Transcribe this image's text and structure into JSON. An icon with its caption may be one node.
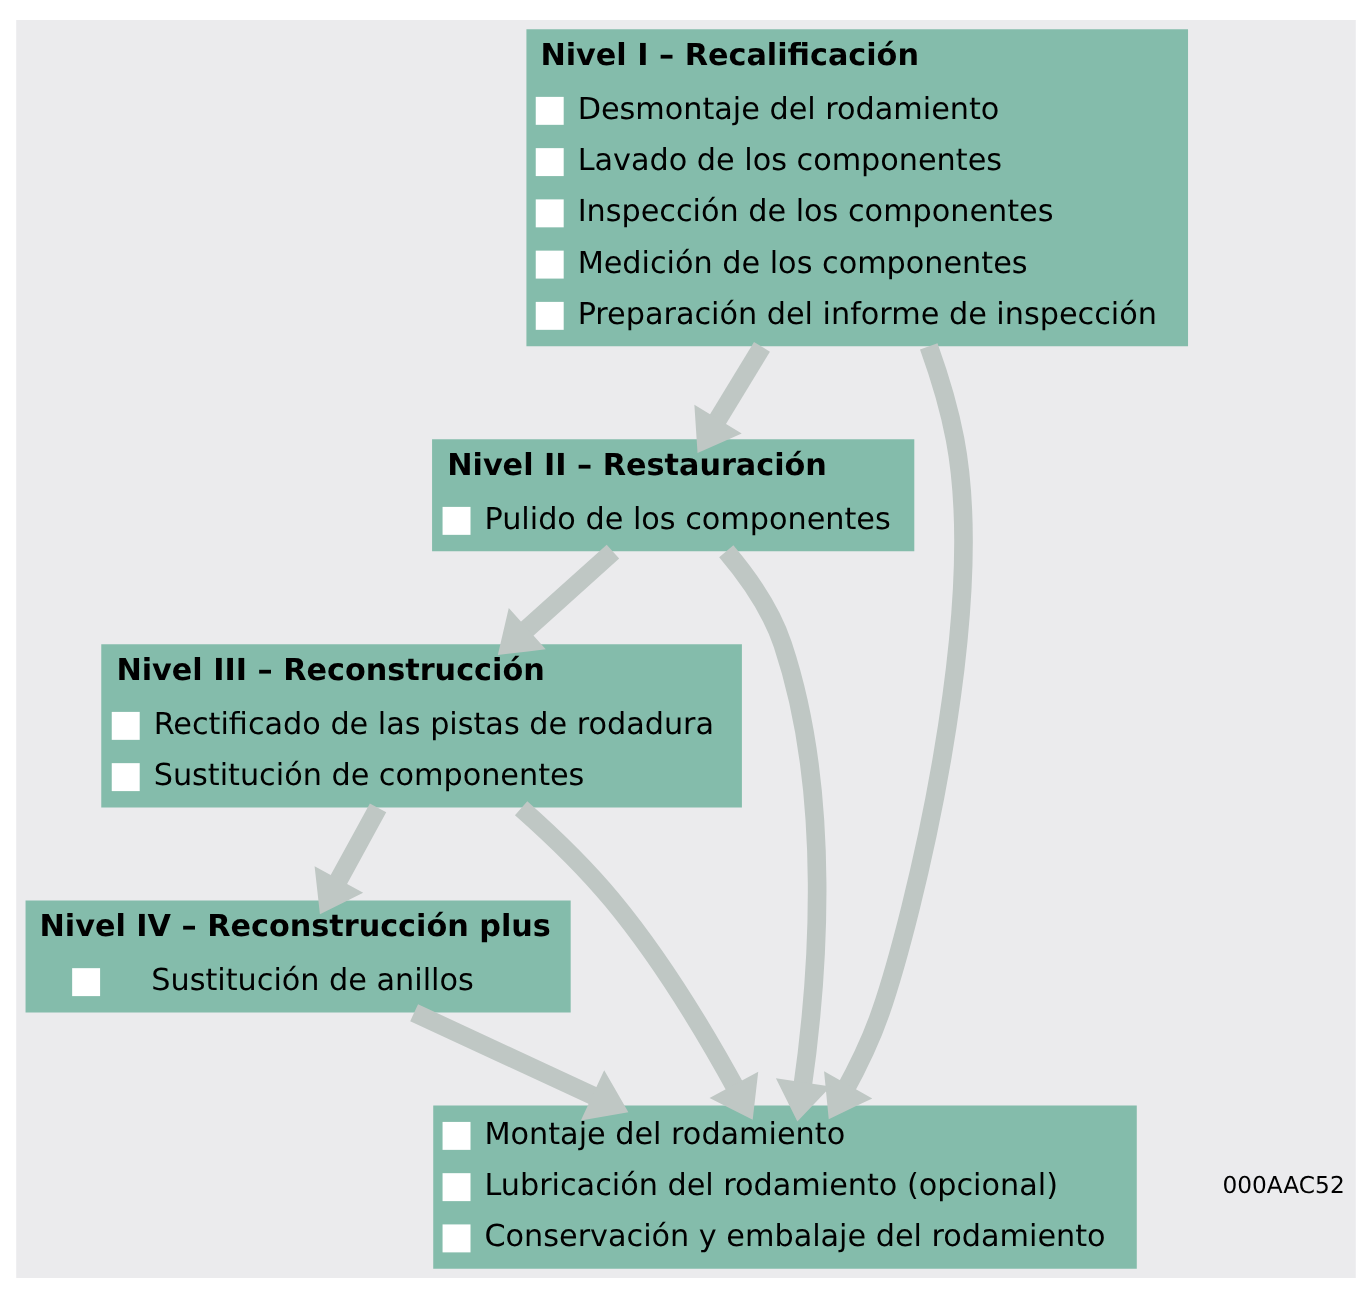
{
  "diagram": {
    "nodes": [
      {
        "text": [
          "Nivel I – Recalificación",
          "Desmontaje del rodamiento",
          "Lavado de los componentes",
          "Inspección de los componentes",
          "Medición de los componentes",
          "Preparación del informe de inspección"
        ]
      },
      {
        "text": [
          "Nivel II – Restauración",
          "Pulido de los componentes"
        ]
      },
      {
        "text": [
          "Nivel III – Reconstrucción",
          "Rectificado de las pistas de rodadura",
          "Sustitución de componentes"
        ]
      },
      {
        "text": [
          "Nivel IV – Reconstrucción plus",
          "Sustitución de anillos"
        ]
      },
      {
        "text": [
          "Montaje del rodamiento",
          "Lubricación del rodamiento (opcional)",
          "Conservación y embalaje del rodamiento"
        ]
      }
    ],
    "edges": [
      {
        "from": 0,
        "to": 1,
        "arrow": "to"
      },
      {
        "from": 0,
        "to": 4,
        "arrow": "to"
      },
      {
        "from": 1,
        "to": 2,
        "arrow": "to"
      },
      {
        "from": 1,
        "to": 4,
        "arrow": "to"
      },
      {
        "from": 2,
        "to": 3,
        "arrow": "to"
      },
      {
        "from": 2,
        "to": 4,
        "arrow": "to"
      },
      {
        "from": 3,
        "to": 4,
        "arrow": "to"
      }
    ],
    "labels": [
      "000AAC52"
    ]
  }
}
